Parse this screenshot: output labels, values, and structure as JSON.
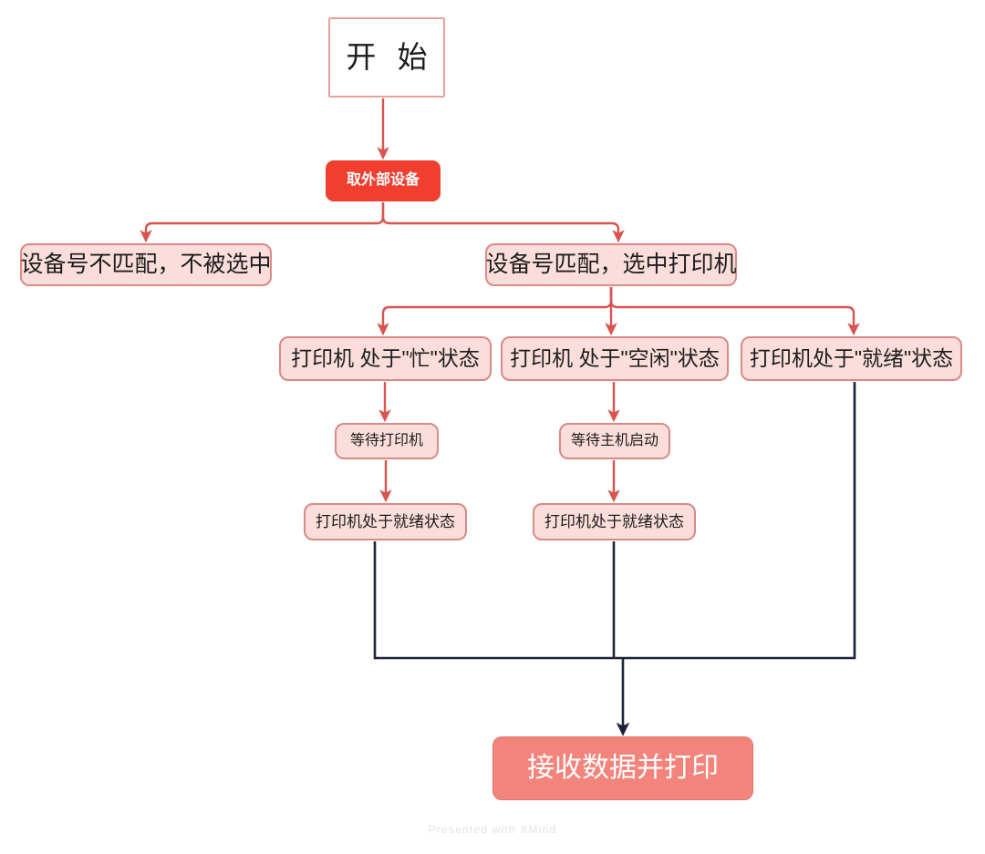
{
  "diagram": {
    "title_node": "开 始",
    "footer": "Presented with XMind",
    "colors": {
      "background": "#ffffff",
      "start_border": "#e8a29c",
      "process_red": "#f03e2f",
      "pink_fill": "#fbdedc",
      "pink_border": "#d98a84",
      "final_fill": "#f2847c",
      "connector_red": "#d9534f",
      "connector_navy": "#1c2336",
      "footer_text": "#e2e2e4"
    },
    "nodes": {
      "start": "开 始",
      "get_device": "取外部设备",
      "no_match": "设备号不匹配，不被选中",
      "match": "设备号匹配，选中打印机",
      "state_busy": "打印机 处于\"忙\"状态",
      "state_idle": "打印机 处于\"空闲\"状态",
      "state_ready": "打印机处于\"就绪\"状态",
      "wait_printer": "等待打印机",
      "wait_host": "等待主机启动",
      "ready_1": "打印机处于就绪状态",
      "ready_2": "打印机处于就绪状态",
      "receive_print": "接收数据并打印"
    }
  }
}
